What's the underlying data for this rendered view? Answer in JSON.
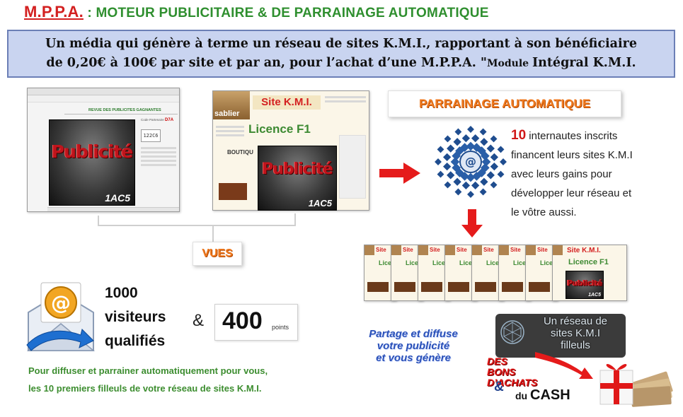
{
  "header": {
    "brand": "M.P.P.A.",
    "separator": " : ",
    "title": "MOTEUR PUBLICITAIRE & DE PARRAINAGE AUTOMATIQUE"
  },
  "banner": {
    "line1": "Un média qui génère à terme un réseau de sites K.M.I., rapportant à son bénéficiaire",
    "line2a": "de 0,20€ à 100€ par site et par an, pour l’achat d’une M.P.P.A. \"",
    "line2b": "Module ",
    "line2c": "Intégral K.M.I."
  },
  "screenshot_left": {
    "site_title": "REVUE DES PUBLICITES GAGNANTES",
    "code_label": "Code Partenaire",
    "code_value": "D7A",
    "captcha": "122C6",
    "pub_word": "Publicité",
    "pub_code": "1AC5"
  },
  "screenshot_right": {
    "site_title": "Site K.M.I.",
    "logo": "sablier",
    "licence": "Licence F1",
    "shop": "BOUTIQU",
    "pub_word": "Publicité",
    "pub_code": "1AC5"
  },
  "labels": {
    "vues": "VUES",
    "parrainage": "PARRAINAGE AUTOMATIQUE"
  },
  "referral": {
    "count": "10",
    "line1": " internautes inscrits",
    "line2": "financent  leurs sites K.M.I",
    "line3": "avec leurs gains pour",
    "line4": "développer leur réseau et",
    "line5": "le vôtre aussi."
  },
  "sites_row": {
    "site_label": "Site K.M.I.",
    "site_short": "Site",
    "licence": "Licence F1",
    "licence_short": "Licen",
    "pub_word": "Publicité",
    "pub_code": "1AC5"
  },
  "stats": {
    "visitors_number": "1000",
    "visitors_line2": "visiteurs",
    "visitors_line3": "qualifiés",
    "ampersand": "&",
    "points_value": "400",
    "points_unit": "points"
  },
  "note": {
    "line1": "Pour diffuser et parrainer automatiquement pour vous,",
    "line2": "les 10 premiers  filleuls de votre réseau de sites K.M.I."
  },
  "share": {
    "line1": "Partage et diffuse",
    "line2": "votre publicité",
    "line3": "et vous génère"
  },
  "network": {
    "line1": "Un réseau de",
    "line2": "sites K.M.I",
    "line3": "filleuls"
  },
  "rewards": {
    "line1": "DES BONS",
    "line2": "D’ACHATS",
    "amp": "&",
    "du": "du ",
    "cash": "CASH"
  },
  "colors": {
    "brand_red": "#d32020",
    "title_green": "#2f8f2f",
    "banner_bg": "#c9d4f0",
    "arrow_red": "#e51b1b",
    "orange_label": "#f07a1f",
    "share_blue": "#2950b8"
  }
}
